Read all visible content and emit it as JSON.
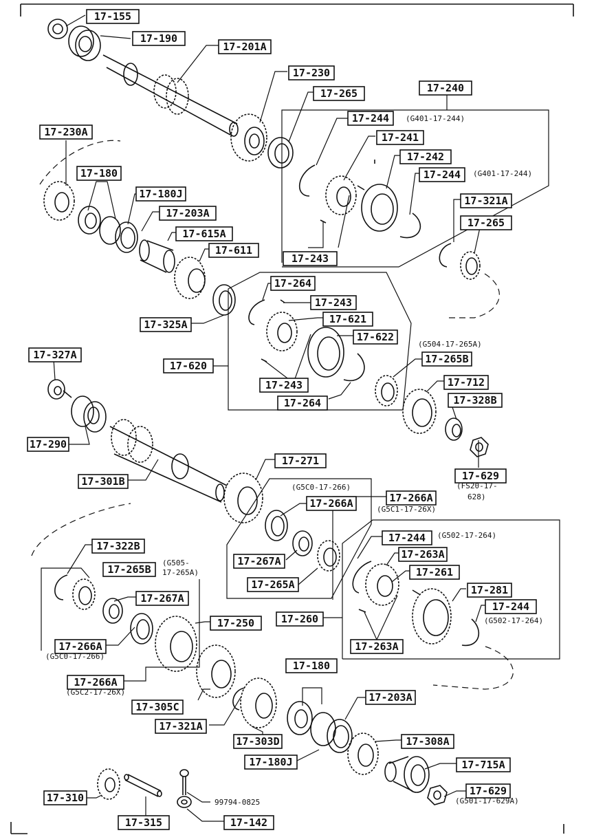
{
  "labels": [
    {
      "id": "l1",
      "text": "17-155"
    },
    {
      "id": "l2",
      "text": "17-190"
    },
    {
      "id": "l3",
      "text": "17-201A"
    },
    {
      "id": "l4",
      "text": "17-230"
    },
    {
      "id": "l5",
      "text": "17-265"
    },
    {
      "id": "l6",
      "text": "17-240"
    },
    {
      "id": "l7",
      "text": "17-244"
    },
    {
      "id": "l8",
      "text": "17-241"
    },
    {
      "id": "l9",
      "text": "17-242"
    },
    {
      "id": "l10",
      "text": "17-244"
    },
    {
      "id": "l11",
      "text": "17-321A"
    },
    {
      "id": "l12",
      "text": "17-265"
    },
    {
      "id": "l13",
      "text": "17-243"
    },
    {
      "id": "l14",
      "text": "17-230A"
    },
    {
      "id": "l15",
      "text": "17-180"
    },
    {
      "id": "l16",
      "text": "17-180J"
    },
    {
      "id": "l17",
      "text": "17-203A"
    },
    {
      "id": "l18",
      "text": "17-615A"
    },
    {
      "id": "l19",
      "text": "17-611"
    },
    {
      "id": "l20",
      "text": "17-325A"
    },
    {
      "id": "l21",
      "text": "17-264"
    },
    {
      "id": "l22",
      "text": "17-243"
    },
    {
      "id": "l23",
      "text": "17-621"
    },
    {
      "id": "l24",
      "text": "17-622"
    },
    {
      "id": "l25",
      "text": "17-620"
    },
    {
      "id": "l26",
      "text": "17-243"
    },
    {
      "id": "l27",
      "text": "17-264"
    },
    {
      "id": "l28",
      "text": "17-265B"
    },
    {
      "id": "l29",
      "text": "17-712"
    },
    {
      "id": "l30",
      "text": "17-328B"
    },
    {
      "id": "l31",
      "text": "17-327A"
    },
    {
      "id": "l32",
      "text": "17-290"
    },
    {
      "id": "l33",
      "text": "17-301B"
    },
    {
      "id": "l34",
      "text": "17-271"
    },
    {
      "id": "l35",
      "text": "17-629"
    },
    {
      "id": "l36",
      "text": "17-266A"
    },
    {
      "id": "l37",
      "text": "17-266A"
    },
    {
      "id": "l38",
      "text": "17-322B"
    },
    {
      "id": "l39",
      "text": "17-267A"
    },
    {
      "id": "l40",
      "text": "17-265A"
    },
    {
      "id": "l41",
      "text": "17-244"
    },
    {
      "id": "l42",
      "text": "17-263A"
    },
    {
      "id": "l43",
      "text": "17-261"
    },
    {
      "id": "l44",
      "text": "17-265B"
    },
    {
      "id": "l45",
      "text": "17-267A"
    },
    {
      "id": "l46",
      "text": "17-260"
    },
    {
      "id": "l47",
      "text": "17-281"
    },
    {
      "id": "l48",
      "text": "17-244"
    },
    {
      "id": "l49",
      "text": "17-263A"
    },
    {
      "id": "l50",
      "text": "17-250"
    },
    {
      "id": "l51",
      "text": "17-266A"
    },
    {
      "id": "l52",
      "text": "17-266A"
    },
    {
      "id": "l53",
      "text": "17-305C"
    },
    {
      "id": "l54",
      "text": "17-180"
    },
    {
      "id": "l55",
      "text": "17-203A"
    },
    {
      "id": "l56",
      "text": "17-321A"
    },
    {
      "id": "l57",
      "text": "17-303D"
    },
    {
      "id": "l58",
      "text": "17-308A"
    },
    {
      "id": "l59",
      "text": "17-180J"
    },
    {
      "id": "l60",
      "text": "17-715A"
    },
    {
      "id": "l61",
      "text": "17-310"
    },
    {
      "id": "l62",
      "text": "17-629"
    },
    {
      "id": "l63",
      "text": "17-315"
    },
    {
      "id": "l64",
      "text": "17-142"
    }
  ],
  "notes": [
    {
      "id": "n1",
      "text": "(G401-17-244)"
    },
    {
      "id": "n2",
      "text": "(G401-17-244)"
    },
    {
      "id": "n3",
      "text": "(G504-17-265A)"
    },
    {
      "id": "n4",
      "text": "(FS20-17-"
    },
    {
      "id": "n5",
      "text": "628)"
    },
    {
      "id": "n6",
      "text": "(G5C0-17-266)"
    },
    {
      "id": "n7",
      "text": "(G5C1-17-26X)"
    },
    {
      "id": "n8",
      "text": "(G502-17-264)"
    },
    {
      "id": "n9",
      "text": "(G505-"
    },
    {
      "id": "n10",
      "text": "17-265A)"
    },
    {
      "id": "n11",
      "text": "(G502-17-264)"
    },
    {
      "id": "n12",
      "text": "(G5C0-17-266)"
    },
    {
      "id": "n13",
      "text": "(G5C2-17-26X)"
    },
    {
      "id": "n14",
      "text": "99794-0825"
    },
    {
      "id": "n15",
      "text": "(G501-17-629A)"
    }
  ]
}
